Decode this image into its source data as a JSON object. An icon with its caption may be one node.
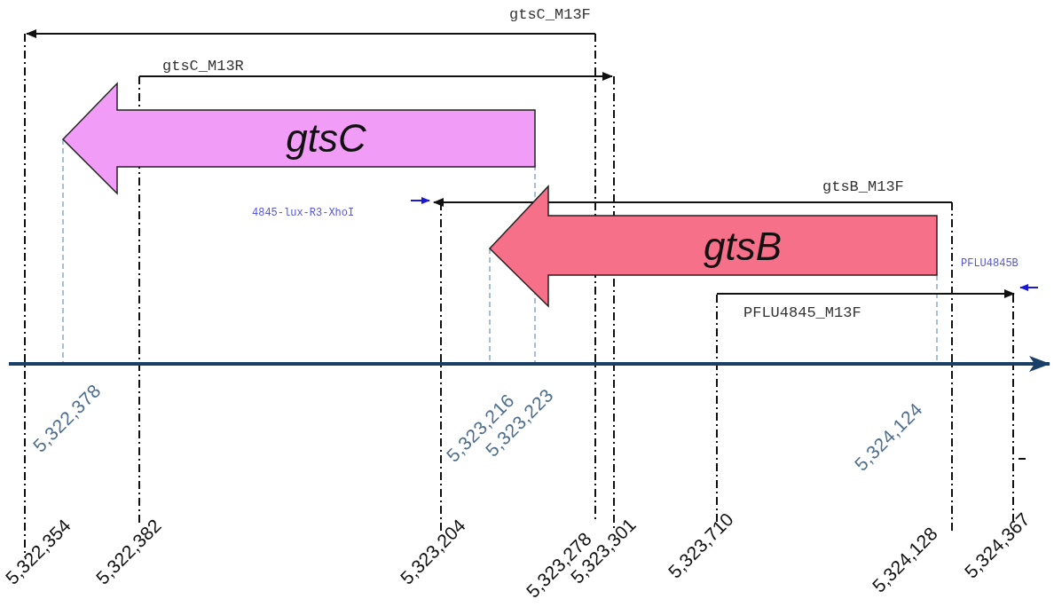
{
  "diagram": {
    "nodes": [
      {
        "text": [
          "gtsC"
        ]
      },
      {
        "text": [
          "gtsB"
        ]
      }
    ],
    "labels": [
      "gtsC_M13F",
      "gtsC_M13R",
      "4845-lux-R3-XhoI",
      "gtsB_M13F",
      "PFLU4845B",
      "PFLU4845_M13F",
      "5,322,378",
      "5,323,216",
      "5,323,223",
      "5,324,124",
      "5,322,354",
      "5,322,382",
      "5,323,204",
      "5,323,278",
      "5,323,301",
      "5,323,710",
      "5,324,128",
      "5,324,367"
    ]
  }
}
